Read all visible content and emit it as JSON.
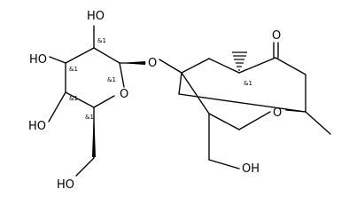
{
  "molecule": {
    "atoms": {
      "oh_top": "HO",
      "ho_left": "HO",
      "ho_lower": "HO",
      "ho_bottom": "HO",
      "o_ring": "O",
      "o_glyco": "O",
      "o_keto": "O",
      "o_bridge": "O",
      "oh_right": "OH"
    },
    "stereo_labels": {
      "c2": "&1",
      "c3": "&1",
      "c4": "&1",
      "c1": "&1",
      "c5": "&1",
      "c_bridgehead": "&1"
    }
  },
  "colors": {
    "ink": "#000000",
    "background": "#ffffff"
  }
}
